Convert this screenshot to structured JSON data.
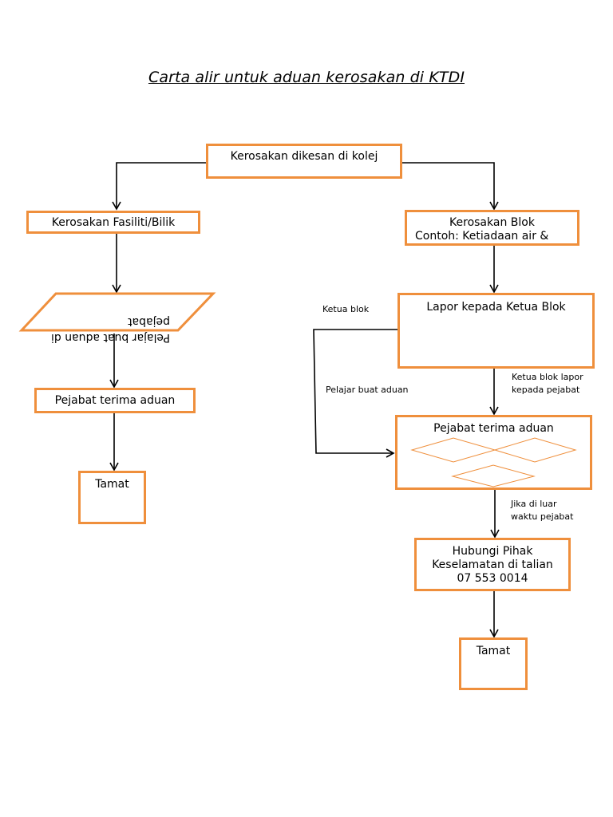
{
  "diagram": {
    "title": "Carta alir untuk aduan kerosakan di KTDI",
    "start": "Kerosakan dikesan di kolej",
    "left": {
      "facility": "Kerosakan Fasiliti/Bilik",
      "student_line1": "Pelajar buat aduan di",
      "student_line2": "pejabat",
      "office": "Pejabat terima aduan",
      "end": "Tamat"
    },
    "right": {
      "block_line1": "Kerosakan Blok",
      "block_line2": "Contoh: Ketiadaan air &",
      "report": "Lapor kepada Ketua Blok",
      "office": "Pejabat terima aduan",
      "security_line1": "Hubungi Pihak",
      "security_line2": "Keselamatan di talian",
      "security_line3": "07 553 0014",
      "end": "Tamat"
    },
    "edge_labels": {
      "ketua_blok_cut": "Ketua blok",
      "pelajar_buat_aduan": "Pelajar buat aduan",
      "ketua_lapor_line1": "Ketua blok lapor",
      "ketua_lapor_line2": "kepada pejabat",
      "luar_waktu_line1": "Jika di luar",
      "luar_waktu_line2": "waktu pejabat"
    },
    "colors": {
      "node_border": "#ef8f3c",
      "arrow": "#000000"
    }
  }
}
